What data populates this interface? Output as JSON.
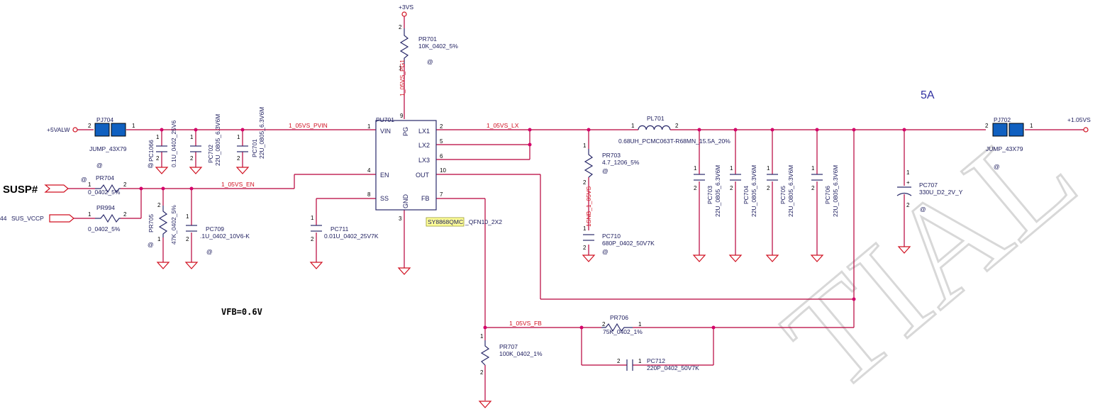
{
  "rails": {
    "v3": "+3VS",
    "v5": "+5VALW",
    "vout": "+1.05VS"
  },
  "nets": {
    "pvin": "1_05VS_PVIN",
    "lx": "1_05VS_LX",
    "en": "1_05VS_EN",
    "pg": "1_05VS_PG1",
    "fb": "1_05VS_FB",
    "snb": "1SNB_1_05VS"
  },
  "ports": {
    "susp": "SUSP#",
    "sus_vccp": "SUS_VCCP",
    "sus_vccp_prefix": "44"
  },
  "ic": {
    "ref": "PU701",
    "part": "SY8868QMC",
    "pkg": "_QFN10_2X2",
    "pins": {
      "vin": "VIN",
      "pg": "PG",
      "lx1": "LX1",
      "lx2": "LX2",
      "lx3": "LX3",
      "en": "EN",
      "out": "OUT",
      "ss": "SS",
      "gnd": "GND",
      "fb": "FB"
    },
    "pin_numbers": {
      "vin": "1",
      "pg": "9",
      "lx1": "2",
      "lx2": "5",
      "lx3": "6",
      "en": "4",
      "out": "10",
      "ss": "8",
      "gnd": "3",
      "fb": "7"
    }
  },
  "parts": {
    "PJ704": {
      "ref": "PJ704",
      "value": "JUMP_43X79",
      "pin_a": "2",
      "pin_b": "1"
    },
    "PJ702": {
      "ref": "PJ702",
      "value": "JUMP_43X79",
      "pin_a": "2",
      "pin_b": "1"
    },
    "PC1066": {
      "ref": "PC1066",
      "value": "0.1U_0402_25V6",
      "pin_a": "1",
      "pin_b": "2"
    },
    "PC702": {
      "ref": "PC702",
      "value": "22U_0805_6.3V6M",
      "pin_a": "1",
      "pin_b": "2"
    },
    "PC701": {
      "ref": "PC701",
      "value": "22U_0805_6.3V6M",
      "pin_a": "1",
      "pin_b": "2"
    },
    "PR701": {
      "ref": "PR701",
      "value": "10K_0402_5%",
      "pin_a": "2",
      "pin_b": "1"
    },
    "PR704": {
      "ref": "PR704",
      "value": "0_0402_5%",
      "pin_a": "1",
      "pin_b": "2"
    },
    "PR994": {
      "ref": "PR994",
      "value": "0_0402_5%",
      "pin_a": "1",
      "pin_b": "2"
    },
    "PR705": {
      "ref": "PR705",
      "value": "47K_0402_5%",
      "pin_a": "2",
      "pin_b": "1"
    },
    "PC709": {
      "ref": "PC709",
      "value": ".1U_0402_10V6-K",
      "pin_a": "1",
      "pin_b": "2"
    },
    "PC711": {
      "ref": "PC711",
      "value": "0.01U_0402_25V7K",
      "pin_a": "1",
      "pin_b": "2"
    },
    "PL701": {
      "ref": "PL701",
      "value": "0.68UH_PCMC063T-R68MN_15.5A_20%",
      "pin_a": "1",
      "pin_b": "2"
    },
    "PR703": {
      "ref": "PR703",
      "value": "4.7_1206_5%",
      "pin_a": "1",
      "pin_b": "2"
    },
    "PC710": {
      "ref": "PC710",
      "value": "680P_0402_50V7K",
      "pin_a": "1",
      "pin_b": "2"
    },
    "PC703": {
      "ref": "PC703",
      "value": "22U_0805_6.3V6M",
      "pin_a": "1",
      "pin_b": "2"
    },
    "PC704": {
      "ref": "PC704",
      "value": "22U_0805_6.3V6M",
      "pin_a": "1",
      "pin_b": "2"
    },
    "PC705": {
      "ref": "PC705",
      "value": "22U_0805_6.3V6M",
      "pin_a": "1",
      "pin_b": "2"
    },
    "PC706": {
      "ref": "PC706",
      "value": "22U_0805_6.3V6M",
      "pin_a": "1",
      "pin_b": "2"
    },
    "PC707": {
      "ref": "PC707",
      "value": "330U_D2_2V_Y",
      "pin_a": "1",
      "pin_b": "2",
      "polarity": "+"
    },
    "PR706": {
      "ref": "PR706",
      "value": "75K_0402_1%",
      "pin_a": "2",
      "pin_b": "1"
    },
    "PR707": {
      "ref": "PR707",
      "value": "100K_0402_1%",
      "pin_a": "1",
      "pin_b": "2"
    },
    "PC712": {
      "ref": "PC712",
      "value": "220P_0402_50V7K",
      "pin_a": "2",
      "pin_b": "1"
    }
  },
  "notes": {
    "vfb": "VFB=0.6V",
    "current": "5A",
    "at": "@",
    "watermark": "TIAL"
  },
  "colors": {
    "wire": "#b8003a",
    "net_label": "#d01020",
    "junction": "#d4006a",
    "jumper": "#1060c0",
    "part_highlight": "#ffff99"
  }
}
